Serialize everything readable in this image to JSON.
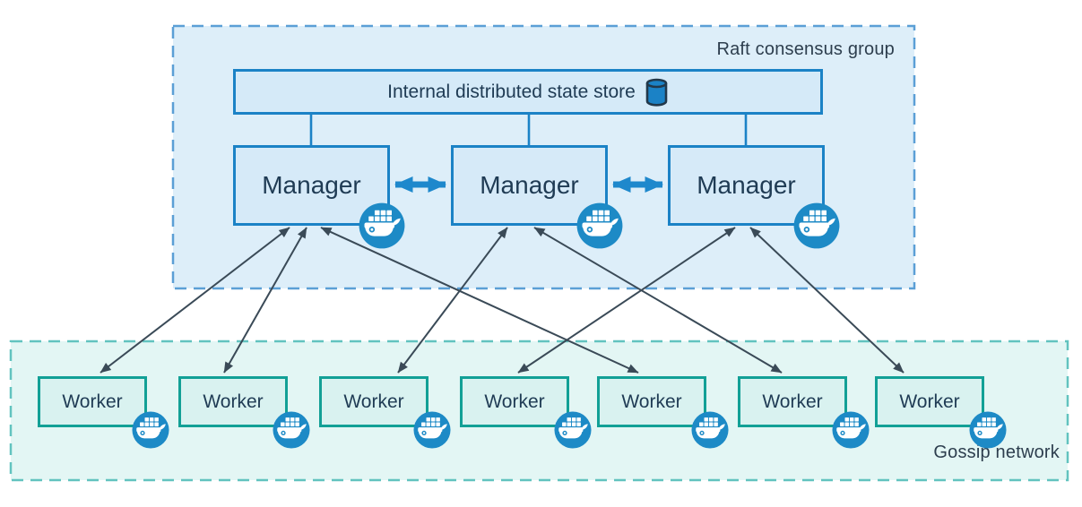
{
  "raft": {
    "label": "Raft consensus group"
  },
  "store": {
    "label": "Internal distributed state store"
  },
  "managers": [
    {
      "label": "Manager"
    },
    {
      "label": "Manager"
    },
    {
      "label": "Manager"
    }
  ],
  "gossip": {
    "label": "Gossip network"
  },
  "workers": [
    {
      "label": "Worker"
    },
    {
      "label": "Worker"
    },
    {
      "label": "Worker"
    },
    {
      "label": "Worker"
    },
    {
      "label": "Worker"
    },
    {
      "label": "Worker"
    },
    {
      "label": "Worker"
    }
  ],
  "icons": {
    "store_icon": "database-icon",
    "node_badge": "docker-whale-icon"
  },
  "colors": {
    "raft_fill": "#ddeef9",
    "raft_border": "#5b9fd6",
    "gossip_fill": "#e3f6f4",
    "gossip_border": "#62c3bf",
    "blue_node_fill": "#d6eaf8",
    "blue_node_border": "#1b82c6",
    "teal_node_fill": "#d9f2f0",
    "teal_node_border": "#12a096",
    "docker_badge_blue": "#1d8ac6",
    "peer_arrow_blue": "#1e88cc",
    "worker_arrow_dark": "#3a4a57",
    "text_dark": "#1f3b54"
  },
  "connections": {
    "peer_links": [
      [
        "manager-1",
        "manager-2"
      ],
      [
        "manager-2",
        "manager-3"
      ]
    ],
    "store_links": [
      "manager-1",
      "manager-2",
      "manager-3"
    ],
    "dispatch_links": [
      [
        "manager-1",
        "worker-1"
      ],
      [
        "manager-1",
        "worker-2"
      ],
      [
        "manager-1",
        "worker-5"
      ],
      [
        "manager-2",
        "worker-3"
      ],
      [
        "manager-2",
        "worker-6"
      ],
      [
        "manager-3",
        "worker-4"
      ],
      [
        "manager-3",
        "worker-7"
      ]
    ]
  }
}
